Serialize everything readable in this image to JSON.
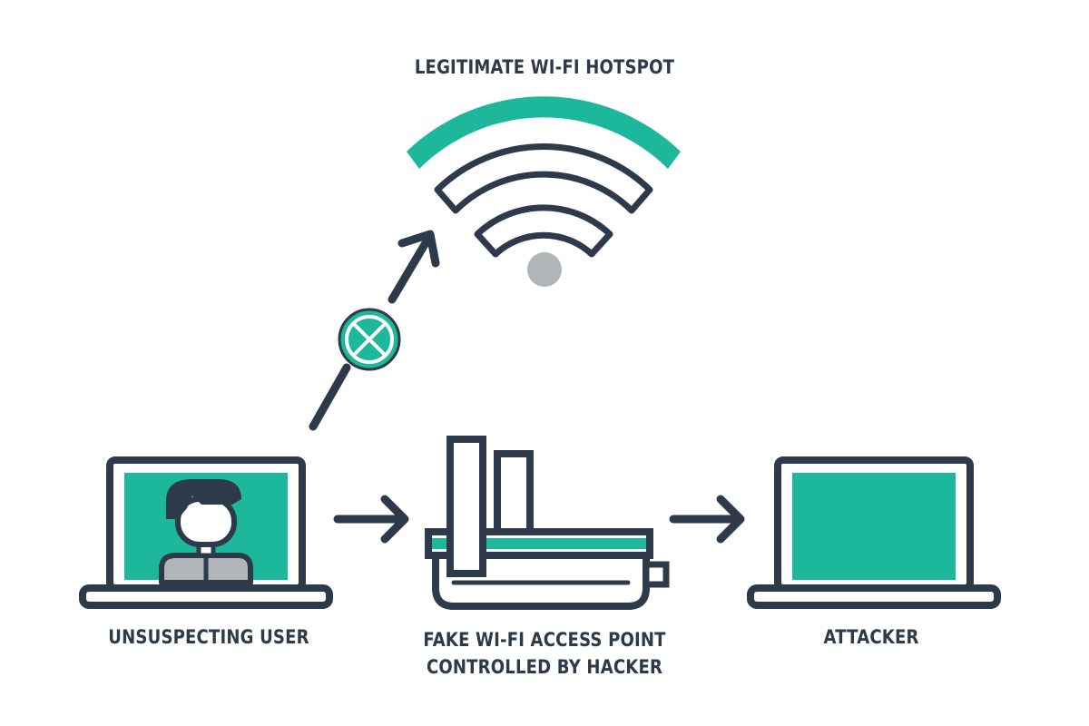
{
  "labels": {
    "hotspot": "LEGITIMATE WI-FI HOTSPOT",
    "user": "UNSUSPECTING USER",
    "fake_line1": "FAKE WI-FI ACCESS POINT",
    "fake_line2": "CONTROLLED BY HACKER",
    "attacker": "ATTACKER"
  },
  "icons": {
    "wifi": "wifi-icon",
    "blocked": "blocked-x-icon",
    "user_laptop": "laptop-with-user-icon",
    "router": "router-icon",
    "attacker_laptop": "laptop-icon"
  },
  "colors": {
    "dark": "#2d3a4a",
    "accent": "#1db89b",
    "gray": "#b1b5b8",
    "background": "#ffffff"
  }
}
